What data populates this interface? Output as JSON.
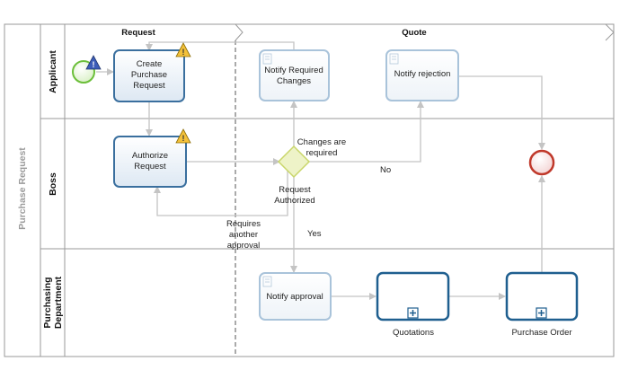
{
  "pool": {
    "title": "Purchase Request"
  },
  "lanes": {
    "applicant": "Applicant",
    "boss": "Boss",
    "purchasing_line1": "Purchasing",
    "purchasing_line2": "Department"
  },
  "phases": {
    "request": "Request",
    "quote": "Quote"
  },
  "tasks": {
    "create_line1": "Create",
    "create_line2": "Purchase",
    "create_line3": "Request",
    "notify_changes_line1": "Notify Required",
    "notify_changes_line2": "Changes",
    "notify_rejection": "Notify rejection",
    "authorize_line1": "Authorize",
    "authorize_line2": "Request",
    "notify_approval": "Notify approval",
    "quotations": "Quotations",
    "purchase_order": "Purchase Order"
  },
  "gateway": {
    "label_line1": "Request",
    "label_line2": "Authorized"
  },
  "flows": {
    "changes_line1": "Changes are",
    "changes_line2": "required",
    "no": "No",
    "yes": "Yes",
    "approval_line1": "Requires",
    "approval_line2": "another",
    "approval_line3": "approval"
  },
  "colors": {
    "task_border": "#3a6f9e",
    "task_border_light": "#a9c3da",
    "start": "#6cbf3a",
    "end": "#c0392b",
    "gateway": "#d6e27a",
    "warning": "#f3c13a"
  }
}
